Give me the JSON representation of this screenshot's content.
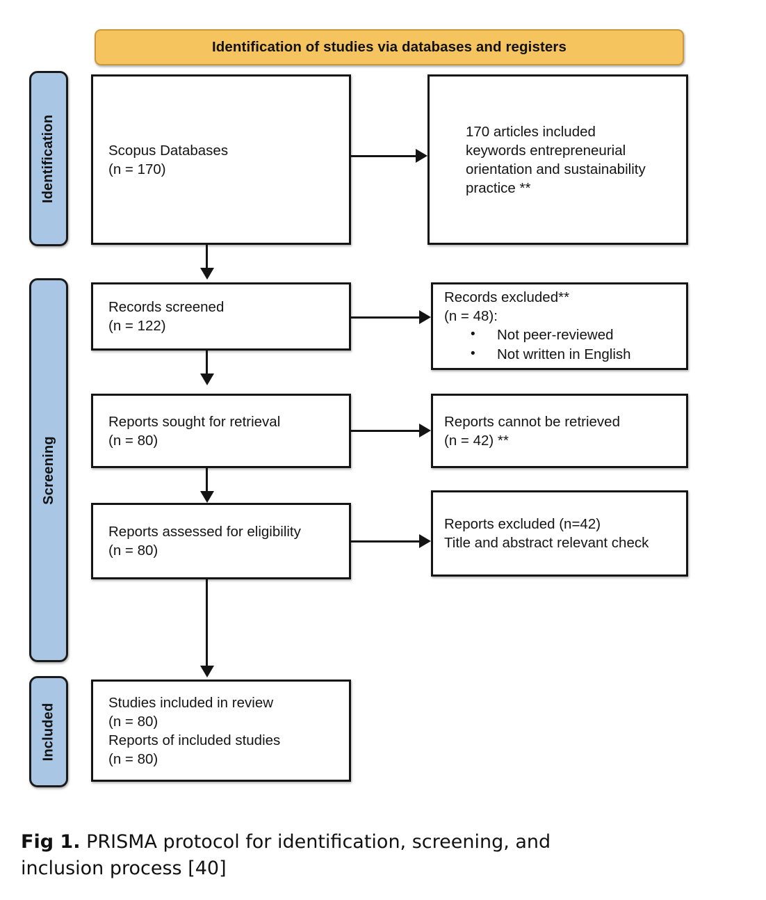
{
  "figure": {
    "banner_title": "Identification of studies via databases and registers",
    "caption_label": "Fig 1.",
    "caption_text": " PRISMA protocol for identification, screening, and inclusion process [40]"
  },
  "colors": {
    "banner_fill": "#F5C45E",
    "banner_border": "#C99A3C",
    "phase_fill": "#A9C6E5",
    "box_border": "#141414",
    "box_fill": "#FFFFFF"
  },
  "phases": [
    {
      "id": "identification",
      "label": "Identification"
    },
    {
      "id": "screening",
      "label": "Screening"
    },
    {
      "id": "included",
      "label": "Included"
    }
  ],
  "boxes": {
    "records_identified": {
      "lines": [
        "Scopus Databases",
        "(n = 170)"
      ]
    },
    "records_keywords": {
      "lines": [
        "170 articles included",
        "keywords entrepreneurial",
        "orientation and sustainability",
        "practice **"
      ]
    },
    "records_screened": {
      "lines": [
        "Records screened",
        "(n = 122)"
      ]
    },
    "records_excluded": {
      "lines": [
        "Records excluded**",
        "(n = 48):"
      ],
      "bullets": [
        "Not peer-reviewed",
        "Not written in English"
      ]
    },
    "reports_sought": {
      "lines": [
        "Reports sought for retrieval",
        "(n = 80)"
      ]
    },
    "reports_not_retrieved": {
      "lines": [
        "Reports cannot be retrieved",
        "(n = 42) **"
      ]
    },
    "reports_assessed": {
      "lines": [
        "Reports assessed for eligibility",
        "(n = 80)"
      ]
    },
    "reports_excluded": {
      "lines": [
        "Reports excluded (n=42)",
        "Title and abstract relevant check"
      ]
    },
    "studies_included": {
      "lines": [
        "Studies included in review",
        "(n = 80)",
        "Reports of included studies",
        "(n = 80)"
      ]
    }
  },
  "chart_data": {
    "type": "diagram",
    "title": "Identification of studies via databases and registers",
    "nodes": [
      {
        "id": "records_identified",
        "phase": "Identification",
        "label": "Scopus Databases",
        "n": 170
      },
      {
        "id": "records_keywords",
        "phase": "Identification",
        "label": "170 articles included keywords entrepreneurial orientation and sustainability practice **",
        "n": 170
      },
      {
        "id": "records_screened",
        "phase": "Screening",
        "label": "Records screened",
        "n": 122
      },
      {
        "id": "records_excluded",
        "phase": "Screening",
        "label": "Records excluded**",
        "n": 48
      },
      {
        "id": "reports_sought",
        "phase": "Screening",
        "label": "Reports sought for retrieval",
        "n": 80
      },
      {
        "id": "reports_not_retrieved",
        "phase": "Screening",
        "label": "Reports cannot be retrieved",
        "n": 42
      },
      {
        "id": "reports_assessed",
        "phase": "Screening",
        "label": "Reports assessed for eligibility",
        "n": 80
      },
      {
        "id": "reports_excluded",
        "phase": "Screening",
        "label": "Reports excluded - Title and abstract relevant check",
        "n": 42
      },
      {
        "id": "studies_included",
        "phase": "Included",
        "label": "Studies included in review / Reports of included studies",
        "n": 80
      }
    ],
    "edges": [
      {
        "from": "records_identified",
        "to": "records_keywords",
        "direction": "right"
      },
      {
        "from": "records_identified",
        "to": "records_screened",
        "direction": "down"
      },
      {
        "from": "records_screened",
        "to": "records_excluded",
        "direction": "right"
      },
      {
        "from": "records_screened",
        "to": "reports_sought",
        "direction": "down"
      },
      {
        "from": "reports_sought",
        "to": "reports_not_retrieved",
        "direction": "right"
      },
      {
        "from": "reports_sought",
        "to": "reports_assessed",
        "direction": "down"
      },
      {
        "from": "reports_assessed",
        "to": "reports_excluded",
        "direction": "right"
      },
      {
        "from": "reports_assessed",
        "to": "studies_included",
        "direction": "down"
      }
    ]
  }
}
